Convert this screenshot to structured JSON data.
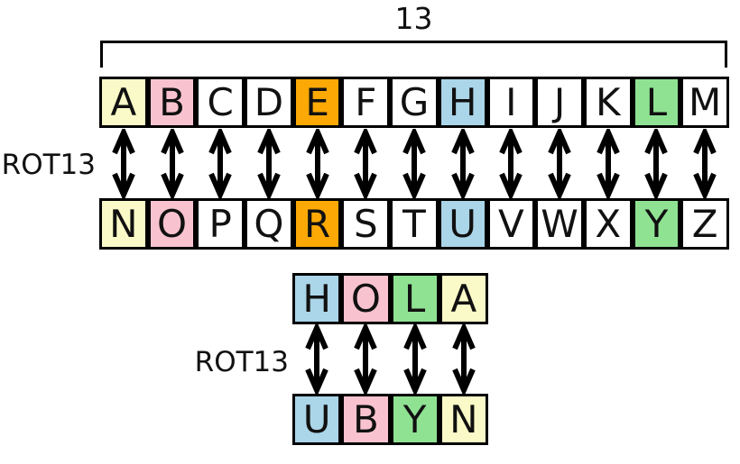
{
  "figure": {
    "bracket_label": "13",
    "rot13_label_main": "ROT13",
    "rot13_label_example": "ROT13",
    "colors": {
      "yellow": "#FAFAC8",
      "pink": "#F8C3CF",
      "orange": "#FCA905",
      "blue": "#ABD5E8",
      "green": "#90E293",
      "white": "#FFFFFF",
      "border": "#000000",
      "letter": "#111111",
      "arrow": "#000000"
    },
    "alphabet_top": [
      {
        "letter": "A",
        "color": "yellow"
      },
      {
        "letter": "B",
        "color": "pink"
      },
      {
        "letter": "C",
        "color": "white"
      },
      {
        "letter": "D",
        "color": "white"
      },
      {
        "letter": "E",
        "color": "orange"
      },
      {
        "letter": "F",
        "color": "white"
      },
      {
        "letter": "G",
        "color": "white"
      },
      {
        "letter": "H",
        "color": "blue"
      },
      {
        "letter": "I",
        "color": "white"
      },
      {
        "letter": "J",
        "color": "white"
      },
      {
        "letter": "K",
        "color": "white"
      },
      {
        "letter": "L",
        "color": "green"
      },
      {
        "letter": "M",
        "color": "white"
      }
    ],
    "alphabet_bottom": [
      {
        "letter": "N",
        "color": "yellow"
      },
      {
        "letter": "O",
        "color": "pink"
      },
      {
        "letter": "P",
        "color": "white"
      },
      {
        "letter": "Q",
        "color": "white"
      },
      {
        "letter": "R",
        "color": "orange"
      },
      {
        "letter": "S",
        "color": "white"
      },
      {
        "letter": "T",
        "color": "white"
      },
      {
        "letter": "U",
        "color": "blue"
      },
      {
        "letter": "V",
        "color": "white"
      },
      {
        "letter": "W",
        "color": "white"
      },
      {
        "letter": "X",
        "color": "white"
      },
      {
        "letter": "Y",
        "color": "green"
      },
      {
        "letter": "Z",
        "color": "white"
      }
    ],
    "example_top": [
      {
        "letter": "H",
        "color": "blue"
      },
      {
        "letter": "O",
        "color": "pink"
      },
      {
        "letter": "L",
        "color": "green"
      },
      {
        "letter": "A",
        "color": "yellow"
      }
    ],
    "example_bottom": [
      {
        "letter": "U",
        "color": "blue"
      },
      {
        "letter": "B",
        "color": "pink"
      },
      {
        "letter": "Y",
        "color": "green"
      },
      {
        "letter": "N",
        "color": "yellow"
      }
    ],
    "arrow_count_main": 13,
    "arrow_count_example": 4
  }
}
